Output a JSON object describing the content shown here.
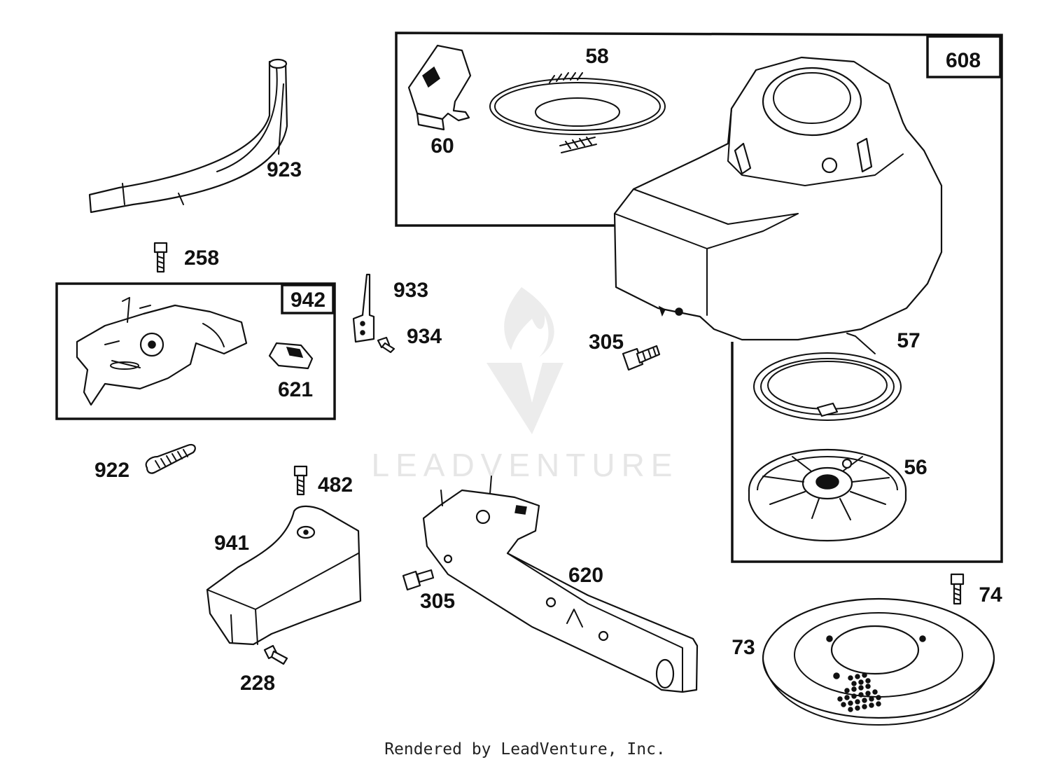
{
  "watermark": {
    "text": "LEADVENTURE"
  },
  "footer": {
    "text": "Rendered by LeadVenture, Inc."
  },
  "boxes": {
    "608": "608",
    "942": "942"
  },
  "labels": {
    "p923": "923",
    "p258": "258",
    "p933": "933",
    "p934": "934",
    "p621": "621",
    "p922": "922",
    "p482": "482",
    "p941": "941",
    "p228": "228",
    "p305a": "305",
    "p305b": "305",
    "p620": "620",
    "p58": "58",
    "p60": "60",
    "p57": "57",
    "p56": "56",
    "p74": "74",
    "p73": "73"
  }
}
